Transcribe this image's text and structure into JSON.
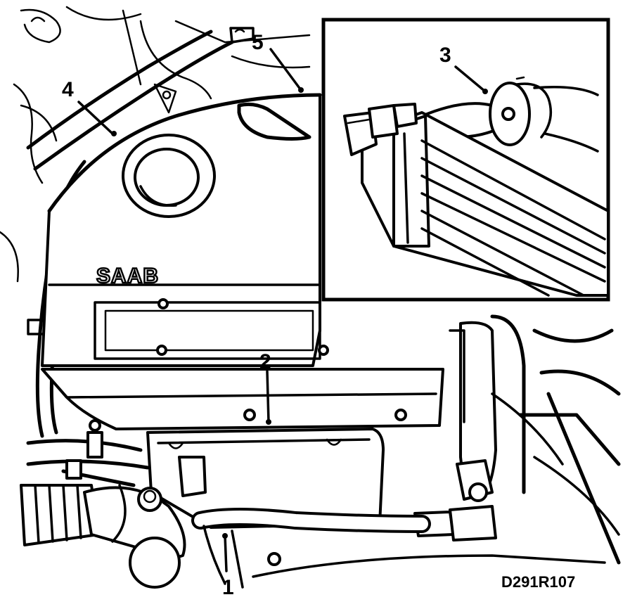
{
  "diagram": {
    "brand_text": "SAAB",
    "drawing_code": "D291R107",
    "callouts": [
      {
        "id": "1",
        "label": "1"
      },
      {
        "id": "2",
        "label": "2"
      },
      {
        "id": "3",
        "label": "3"
      },
      {
        "id": "4",
        "label": "4"
      },
      {
        "id": "5",
        "label": "5"
      }
    ]
  },
  "colors": {
    "line": "#000000",
    "background": "#ffffff"
  }
}
